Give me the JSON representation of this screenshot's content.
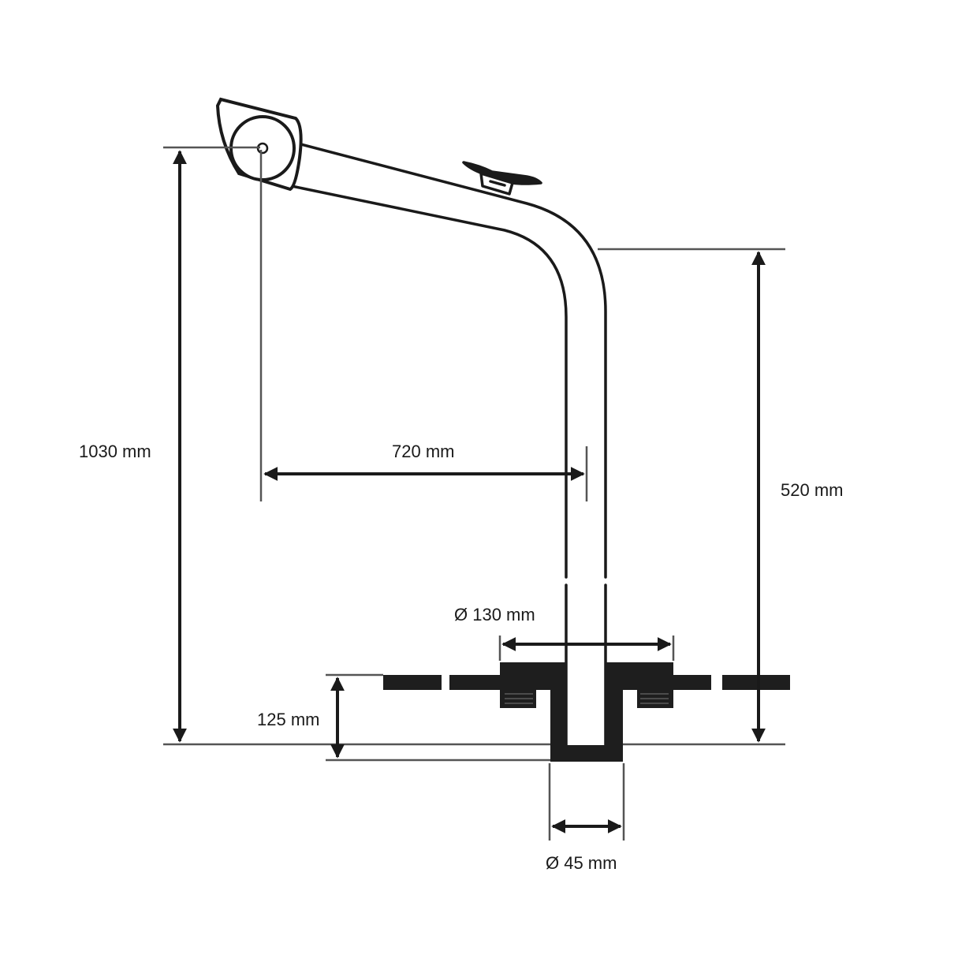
{
  "dimensions": {
    "total_height": "1030 mm",
    "reach": "720 mm",
    "upper_height": "520 mm",
    "flange_diameter": "Ø 130 mm",
    "socket_depth": "125 mm",
    "tube_diameter": "Ø 45 mm"
  },
  "colors": {
    "line": "#1a1a1a",
    "fill": "#1e1e1e",
    "guide": "#555555",
    "background": "#ffffff"
  },
  "icons": {
    "roller": "sheave-pulley-icon",
    "cleat": "mooring-cleat-icon"
  }
}
